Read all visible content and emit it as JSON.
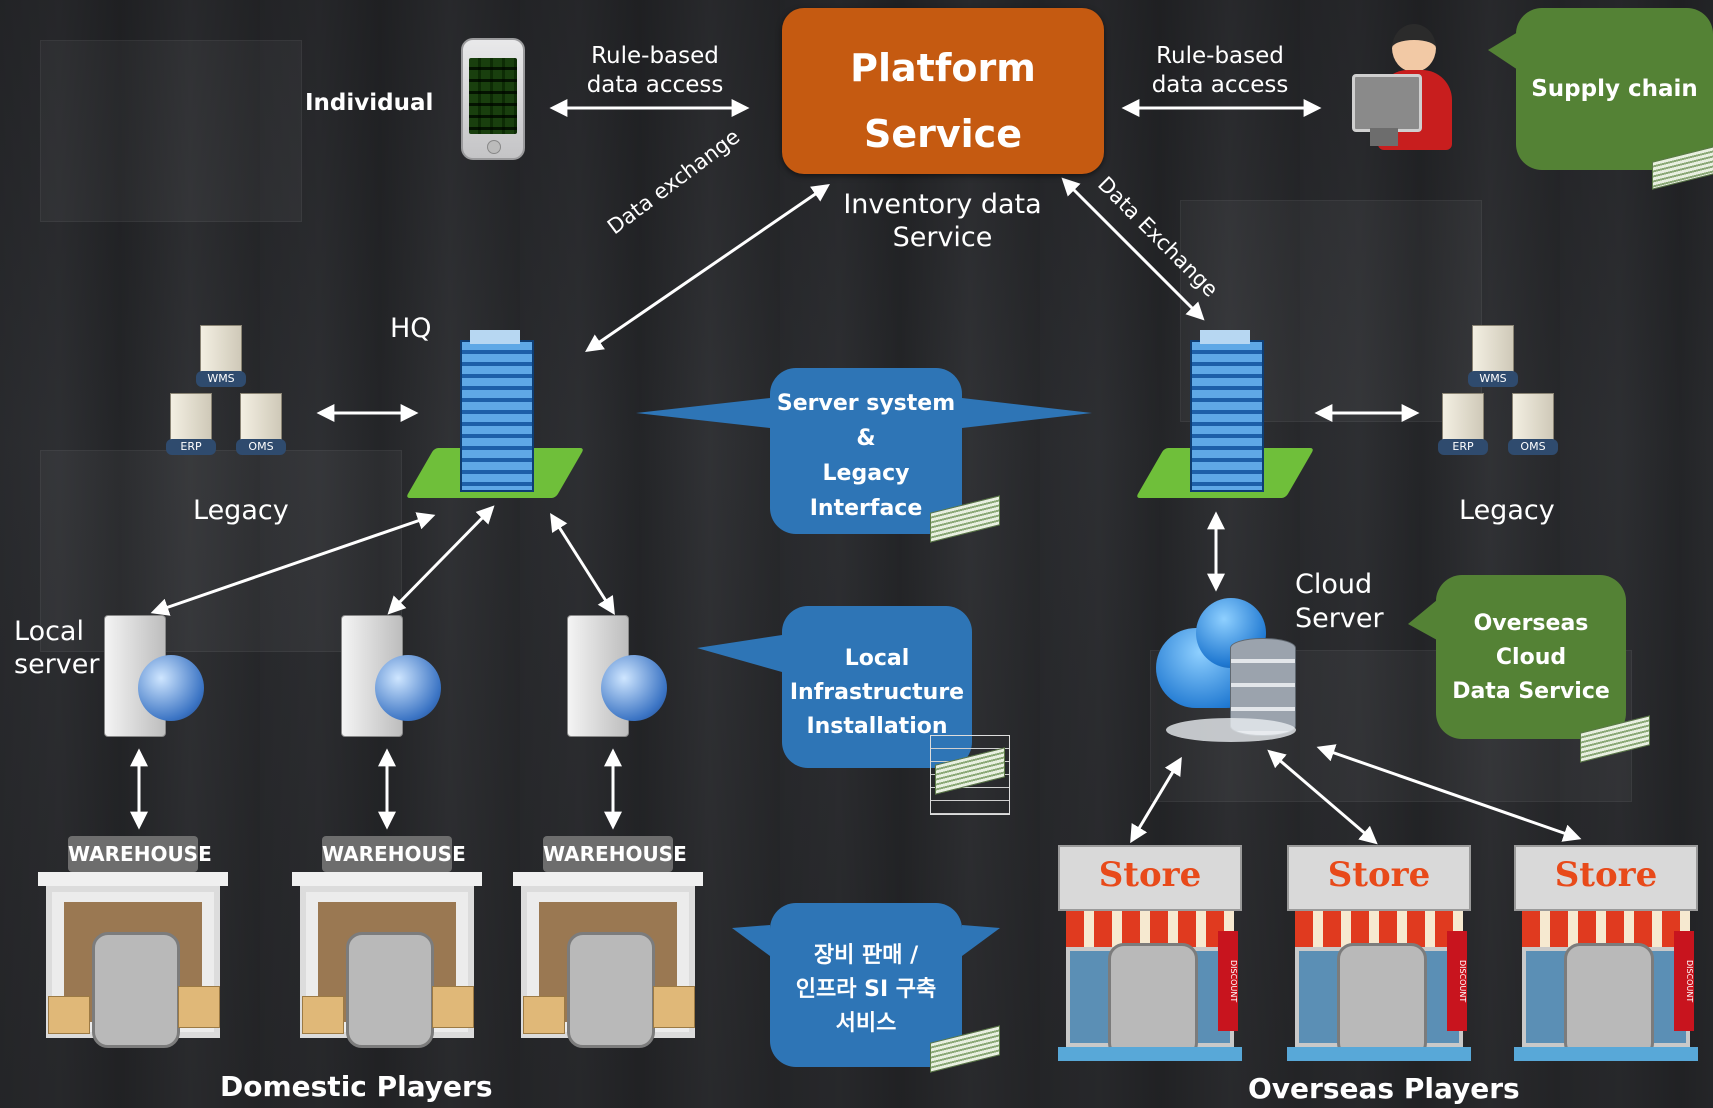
{
  "platform": {
    "line1": "Platform",
    "line2": "Service",
    "subtitle_line1": "Inventory data",
    "subtitle_line2": "Service",
    "color": "#c55a11"
  },
  "top_left": {
    "label": "Individual",
    "access_line1": "Rule-based",
    "access_line2": "data access"
  },
  "top_right": {
    "access_line1": "Rule-based",
    "access_line2": "data access",
    "callout": "Supply chain"
  },
  "links": {
    "data_exchange_left": "Data exchange",
    "data_exchange_right": "Data Exchange"
  },
  "hq": {
    "label": "HQ"
  },
  "legacy_left": {
    "label": "Legacy",
    "servers": [
      "WMS",
      "ERP",
      "OMS"
    ]
  },
  "legacy_right": {
    "label": "Legacy",
    "servers": [
      "WMS",
      "ERP",
      "OMS"
    ]
  },
  "callouts": {
    "server_system": [
      "Server system",
      "&",
      "Legacy",
      "Interface"
    ],
    "local_infra": [
      "Local",
      "Infrastructure",
      "Installation"
    ],
    "equipment_korean": [
      "장비 판매 /",
      "인프라 SI 구축",
      "서비스"
    ],
    "overseas_cloud": [
      "Overseas",
      "Cloud",
      "Data Service"
    ],
    "blue": "#2e75b6",
    "green": "#548235"
  },
  "local_server": {
    "line1": "Local",
    "line2": "server"
  },
  "cloud_server": {
    "line1": "Cloud",
    "line2": "Server"
  },
  "warehouse": {
    "sign": "WAREHOUSE"
  },
  "store": {
    "sign": "Store",
    "banner": "DISCOUNT"
  },
  "footer": {
    "domestic": "Domestic Players",
    "overseas": "Overseas Players"
  }
}
